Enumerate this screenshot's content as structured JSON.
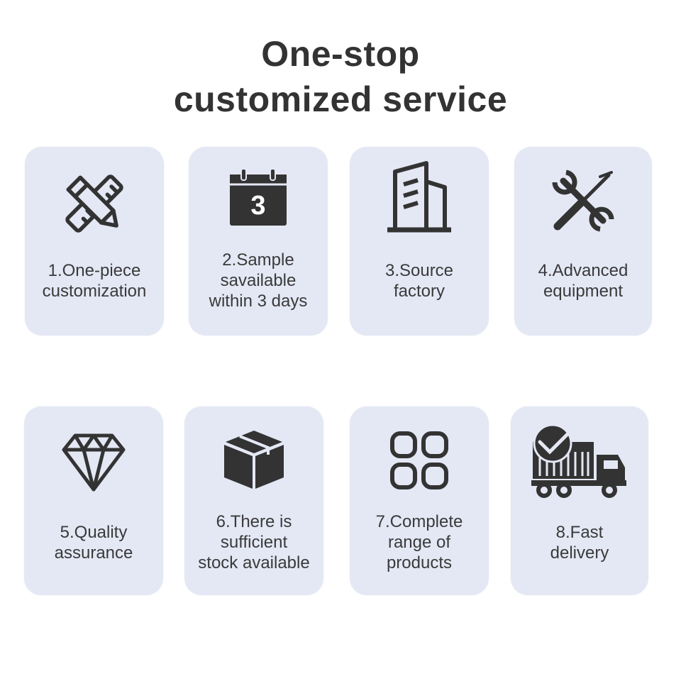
{
  "title_line1": "One-stop",
  "title_line2": "customized service",
  "calendar_number": "3",
  "cards": [
    {
      "label": "1.One-piece\ncustomization",
      "icon": "pencil-ruler-icon"
    },
    {
      "label": "2.Sample\nsavailable\nwithin 3 days",
      "icon": "calendar-icon"
    },
    {
      "label": "3.Source\nfactory",
      "icon": "building-icon"
    },
    {
      "label": "4.Advanced\nequipment",
      "icon": "wrench-screwdriver-icon"
    },
    {
      "label": "5.Quality\nassurance",
      "icon": "diamond-icon"
    },
    {
      "label": "6.There is\nsufficient\nstock available",
      "icon": "box-icon"
    },
    {
      "label": "7.Complete\nrange of\nproducts",
      "icon": "grid-icon"
    },
    {
      "label": "8.Fast\ndelivery",
      "icon": "truck-icon"
    }
  ],
  "colors": {
    "card_background": "#e4e8f5",
    "icon": "#333333",
    "text": "#333333"
  }
}
